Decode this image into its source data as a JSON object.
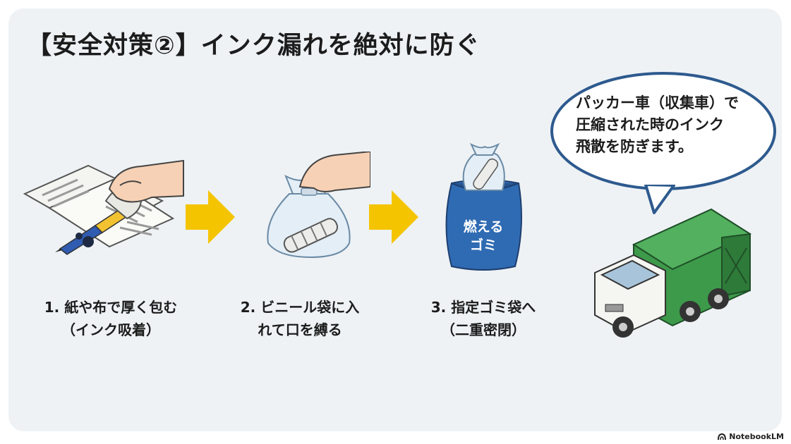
{
  "title": "【安全対策②】インク漏れを絶対に防ぐ",
  "steps": [
    {
      "line1": "1. 紙や布で厚く包む",
      "line2": "（インク吸着）"
    },
    {
      "line1": "2. ビニール袋に入",
      "line2": "れて口を縛る"
    },
    {
      "line1": "3. 指定ゴミ袋へ",
      "line2": "（二重密閉）"
    }
  ],
  "garbage_bag_label": {
    "line1": "燃える",
    "line2": "ゴミ"
  },
  "speech_bubble": {
    "line1": "パッカー車（収集車）で",
    "line2": "圧縮された時のインク",
    "line3": "飛散を防ぎます。"
  },
  "brand": "NotebookLM",
  "colors": {
    "arrow": "#f5c400",
    "truck_body": "#3d9a4a",
    "bag_blue": "#2f6bb3",
    "bubble_border": "#2d5a8e"
  },
  "icons": [
    "newspaper-wrap-icon",
    "hand-icon",
    "pen-icon",
    "plastic-bag-icon",
    "garbage-bag-icon",
    "garbage-truck-icon",
    "speech-bubble-icon",
    "notebooklm-logo-icon"
  ]
}
